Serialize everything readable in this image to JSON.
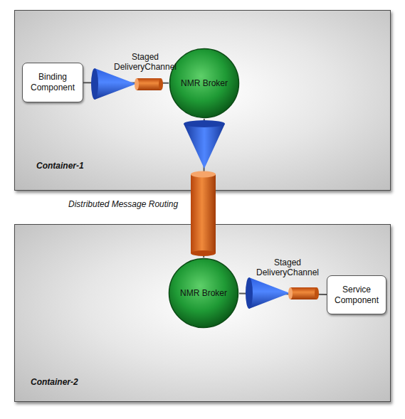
{
  "diagram": {
    "nodes": [
      {
        "text": [
          "Container-1"
        ]
      },
      {
        "text": [
          "Binding Component"
        ],
        "in": 0
      },
      {
        "text": [
          "NMR Broker"
        ],
        "in": 0
      },
      {
        "text": [
          "Container-2"
        ]
      },
      {
        "text": [
          "NMR Broker"
        ],
        "in": 3
      },
      {
        "text": [
          "Service Component"
        ],
        "in": 3
      }
    ],
    "edges": [
      {
        "from": 1,
        "to": 2,
        "label": "Staged DeliveryChannel",
        "arrow": "none"
      },
      {
        "from": 2,
        "to": 4,
        "label": "Distributed Message Routing",
        "arrow": "none"
      },
      {
        "from": 4,
        "to": 5,
        "label": "Staged DeliveryChannel",
        "arrow": "none"
      }
    ]
  }
}
